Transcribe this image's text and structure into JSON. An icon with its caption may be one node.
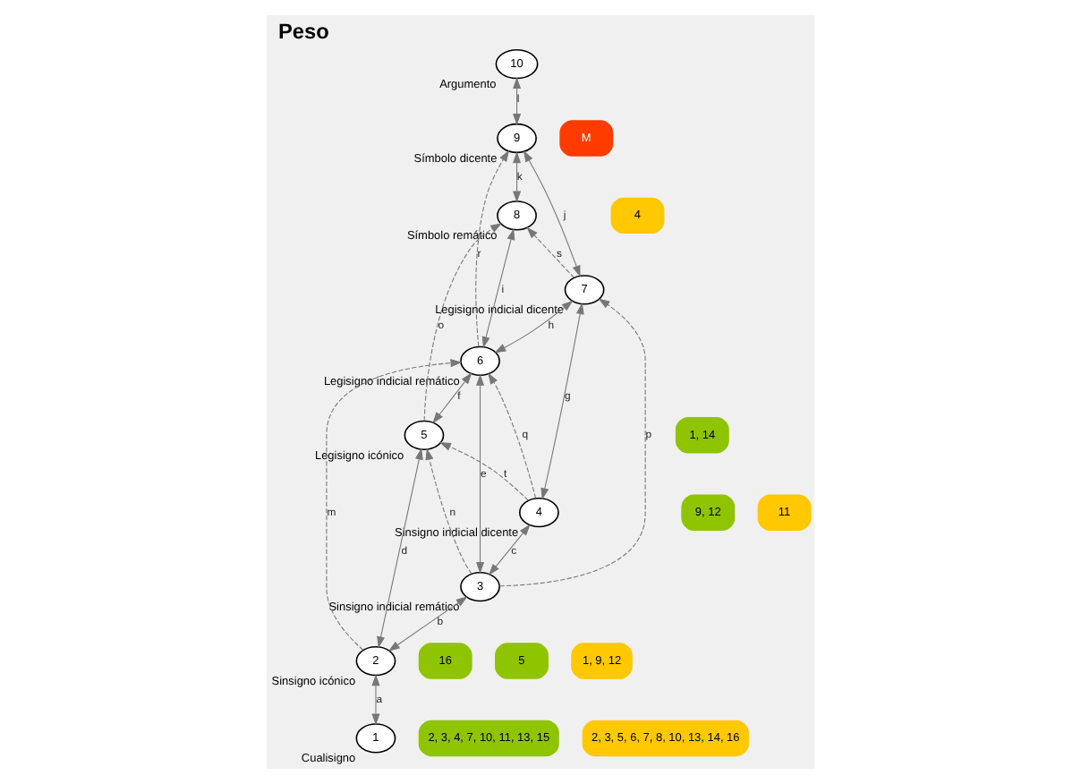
{
  "diagram": {
    "title": "Peso",
    "nodes": [
      {
        "text": [
          "10"
        ],
        "beside": [
          "Argumento"
        ]
      },
      {
        "text": [
          "M"
        ]
      },
      {
        "text": [
          "9"
        ],
        "beside": [
          "Símbolo dicente"
        ]
      },
      {
        "text": [
          "7"
        ],
        "beside": [
          "Legisigno indicial dicente"
        ]
      },
      {
        "text": [
          "8"
        ],
        "beside": [
          "Símbolo remático"
        ]
      },
      {
        "text": [
          "4"
        ]
      },
      {
        "text": [
          "4"
        ],
        "beside": [
          "Sinsigno indicial dicente"
        ]
      },
      {
        "text": [
          "6"
        ],
        "beside": [
          "Legisigno indicial remático"
        ]
      },
      {
        "text": [
          "9, 12"
        ]
      },
      {
        "text": [
          "11"
        ]
      },
      {
        "text": [
          "3"
        ],
        "beside": [
          "Sinsigno indicial remático"
        ]
      },
      {
        "text": [
          "5"
        ],
        "beside": [
          "Legisigno icónico"
        ]
      },
      {
        "text": [
          "1, 14"
        ]
      },
      {
        "text": [
          "2"
        ],
        "beside": [
          "Sinsigno icónico"
        ]
      },
      {
        "text": [
          "16"
        ]
      },
      {
        "text": [
          "5"
        ]
      },
      {
        "text": [
          "1, 9, 12"
        ]
      },
      {
        "text": [
          "1"
        ],
        "beside": [
          "Cualisigno"
        ]
      },
      {
        "text": [
          "2, 3, 4, 7, 10, 11, 13, 15"
        ]
      },
      {
        "text": [
          "2, 3, 5, 6, 7, 8, 10, 13, 14, 16"
        ]
      }
    ],
    "edges": [
      {
        "from": 17,
        "to": 13,
        "arrow": "both",
        "label": "a"
      },
      {
        "from": 13,
        "to": 10,
        "arrow": "both",
        "label": "b"
      },
      {
        "from": 10,
        "to": 6,
        "arrow": "both",
        "label": "c"
      },
      {
        "from": 13,
        "to": 11,
        "arrow": "both",
        "label": "d"
      },
      {
        "from": 10,
        "to": 7,
        "arrow": "both",
        "label": "e"
      },
      {
        "from": 11,
        "to": 7,
        "arrow": "both",
        "label": "f"
      },
      {
        "from": 6,
        "to": 3,
        "arrow": "both",
        "label": "g"
      },
      {
        "from": 7,
        "to": 3,
        "arrow": "both",
        "label": "h"
      },
      {
        "from": 7,
        "to": 4,
        "arrow": "both",
        "label": "i"
      },
      {
        "from": 3,
        "to": 2,
        "arrow": "both",
        "label": "j"
      },
      {
        "from": 4,
        "to": 2,
        "arrow": "both",
        "label": "k"
      },
      {
        "from": 2,
        "to": 0,
        "arrow": "both",
        "label": "l"
      },
      {
        "from": 13,
        "to": 7,
        "arrow": "to",
        "label": "m",
        "style": "dashed"
      },
      {
        "from": 10,
        "to": 11,
        "arrow": "to",
        "label": "n",
        "style": "dashed"
      },
      {
        "from": 11,
        "to": 4,
        "arrow": "to",
        "label": "o",
        "style": "dashed"
      },
      {
        "from": 10,
        "to": 3,
        "arrow": "to",
        "label": "p",
        "style": "dashed"
      },
      {
        "from": 6,
        "to": 7,
        "arrow": "to",
        "label": "q",
        "style": "dashed"
      },
      {
        "from": 7,
        "to": 2,
        "arrow": "to",
        "label": "r",
        "style": "dashed"
      },
      {
        "from": 3,
        "to": 4,
        "arrow": "to",
        "label": "s",
        "style": "dashed"
      },
      {
        "from": 6,
        "to": 11,
        "arrow": "to",
        "label": "t",
        "style": "dashed"
      }
    ]
  }
}
